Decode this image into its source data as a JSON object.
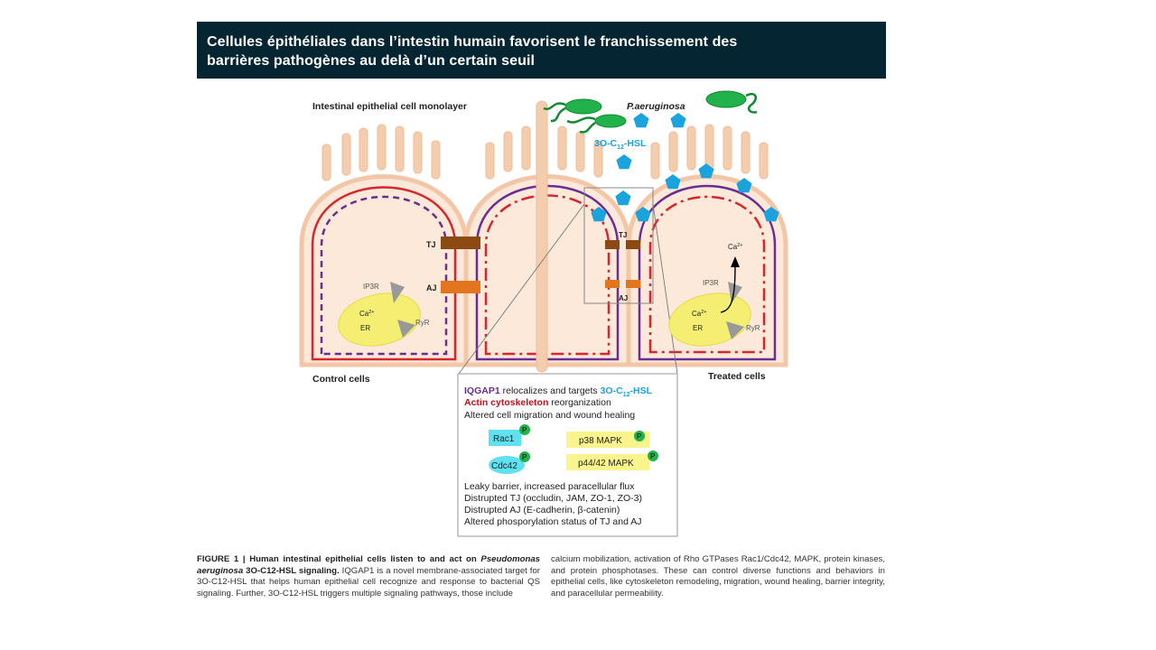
{
  "slide": {
    "title_line1": "Cellules épithéliales dans l’intestin humain favorisent le franchissement des",
    "title_line2": "barrières pathogènes au delà d’un certain seuil"
  },
  "diagram": {
    "monolayer_label": "Intestinal epithelial cell monolayer",
    "bacteria_label": "P.aeruginosa",
    "hsl_label_prefix": "3O-C",
    "hsl_label_sub": "12",
    "hsl_label_suffix": "-HSL",
    "tj_label": "TJ",
    "aj_label": "AJ",
    "control_label": "Control cells",
    "treated_label": "Treated cells",
    "left_cell": {
      "ip3r": "IP3R",
      "ca": "Ca",
      "ca_sup": "2+",
      "er": "ER",
      "ryr": "RyR"
    },
    "right_cell": {
      "ip3r": "IP3R",
      "ca": "Ca",
      "ca_sup": "2+",
      "er": "ER",
      "ryr": "RyR",
      "ca_out": "Ca",
      "ca_out_sup": "2+"
    },
    "zoom_tj": "TJ",
    "zoom_aj": "AJ",
    "box": {
      "iqgap_bold": "IQGAP1",
      "iqgap_text": " relocalizes and targets ",
      "iqgap_hsl_prefix": "3O-C",
      "iqgap_hsl_sub": "12",
      "iqgap_hsl_suffix": "-HSL",
      "actin_bold": "Actin cytoskeleton",
      "actin_text": " reorganization",
      "migration": "Altered cell migration and wound healing",
      "rac1": "Rac1",
      "cdc42": "Cdc42",
      "p38": "p38 MAPK",
      "p4442": "p44/42 MAPK",
      "phospho": "P",
      "effects": [
        "Leaky barrier,  increased paracellular flux",
        "Distrupted TJ (occludin, JAM, ZO-1, ZO-3)",
        "Distrupted AJ (E-cadherin, β-catenin)",
        "Altered phosporylation status of TJ and AJ"
      ]
    },
    "colors": {
      "cell_fill": "#fde9d9",
      "cell_border": "#f2c6a6",
      "membrane_purple": "#6a2d91",
      "actin_red": "#d7262f",
      "hsl_blue": "#1aa3dd",
      "bacteria_green": "#21b24b",
      "tj_brown": "#8c4a12",
      "aj_orange": "#e2751d",
      "er_yellow": "#f4ee72"
    }
  },
  "caption": {
    "fig_label": "FIGURE 1 | Human intestinal epithelial cells listen to and act on ",
    "fig_species": "Pseudomonas aeruginosa",
    "fig_bold_end": " 3O-C12-HSL signaling.",
    "left_text": " IQGAP1 is a novel membrane-associated target for 3O-C12-HSL that helps human epithelial cell recognize and response to bacterial QS signaling. Further, 3O-C12-HSL triggers multiple signaling pathways, those include",
    "right_text": "calcium mobilization, activation of Rho GTPases Rac1/Cdc42, MAPK, protein kinases, and protein phosphotases. These can control diverse functions and behaviors in epithelial cells, like cytoskeleton remodeling, migration, wound healing, barrier integrity, and paracellular permeability."
  }
}
